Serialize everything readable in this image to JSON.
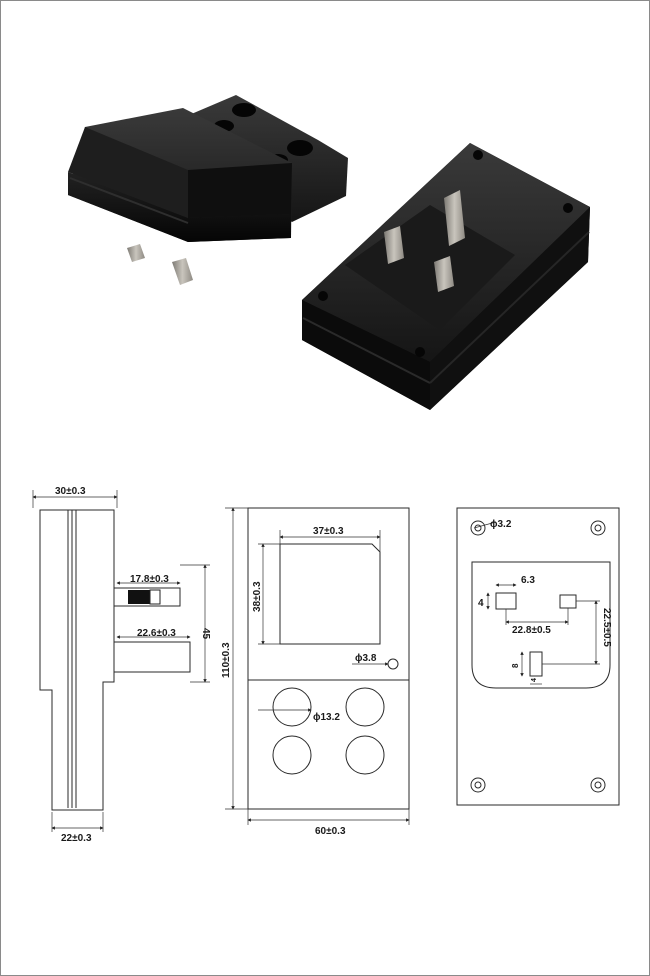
{
  "colors": {
    "background": "#ffffff",
    "body": "#111111",
    "pins": "#9a9690",
    "line": "#2a2a2a"
  },
  "side_view": {
    "width_top": "30±0.3",
    "pin1": "17.8±0.3",
    "pin2": "22.6±0.3",
    "height_45": "45",
    "width_bottom": "22±0.3"
  },
  "front_view": {
    "socket_width": "37±0.3",
    "socket_height": "38±0.3",
    "hole_small": "ϕ3.8",
    "hole_large": "ϕ13.2",
    "total_height": "110±0.3",
    "total_width": "60±0.3"
  },
  "back_view": {
    "screw_hole": "ϕ3.2",
    "pin_w": "6.3",
    "pin_h": "4",
    "pin_spacing_h": "22.8±0.5",
    "pin_spacing_v": "22.5±0.5",
    "earth_w": "4",
    "earth_h": "8"
  }
}
